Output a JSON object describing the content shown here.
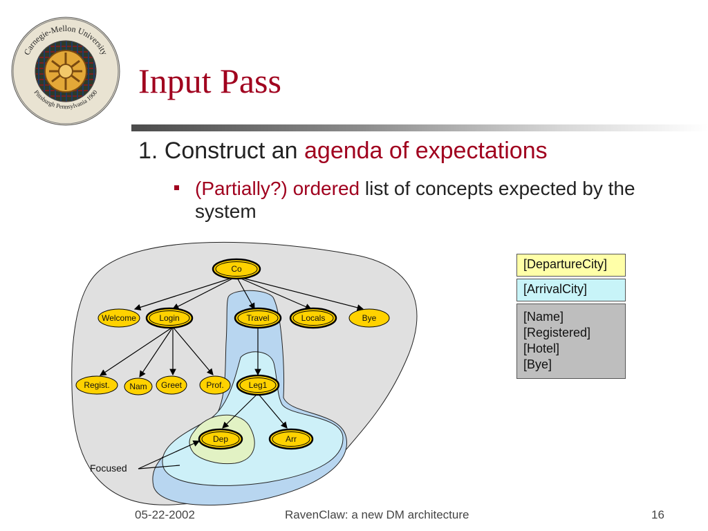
{
  "logo": {
    "text": "Carnegie-Mellon University Pittsburgh Pennsylvania 1900",
    "top_text": "Carnegie-Mellon University",
    "bottom_text": "Pittsburgh Pennsylvania 1900"
  },
  "slide": {
    "title": "Input Pass",
    "bullet1_prefix": "1. Construct an ",
    "bullet1_accent": "agenda of expectations",
    "bullet2_accent": "(Partially?) ordered",
    "bullet2_rest": " list of concepts expected by the system"
  },
  "diagram": {
    "nodes": {
      "co": "Co",
      "welcome": "Welcome",
      "login": "Login",
      "travel": "Travel",
      "locals": "Locals",
      "bye": "Bye",
      "regist": "Regist.",
      "nam": "Nam",
      "greet": "Greet",
      "prof": "Prof.",
      "leg1": "Leg1",
      "dep": "Dep",
      "arr": "Arr"
    },
    "focused_label": "Focused"
  },
  "agenda": {
    "dep": "[DepartureCity]",
    "arr": "[ArrivalCity]",
    "rest": [
      "[Name]",
      "[Registered]",
      "[Hotel]",
      "[Bye]"
    ]
  },
  "footer": {
    "date": "05-22-2002",
    "center": "RavenClaw: a new DM architecture",
    "page": "16"
  },
  "colors": {
    "accent": "#a0001e",
    "node_fill": "#ffd200",
    "outer_region": "#e0e0e0",
    "blue_region": "#b8d6f0",
    "cyan_region": "#cdf0f8",
    "focus_region": "#e2f2c4"
  }
}
